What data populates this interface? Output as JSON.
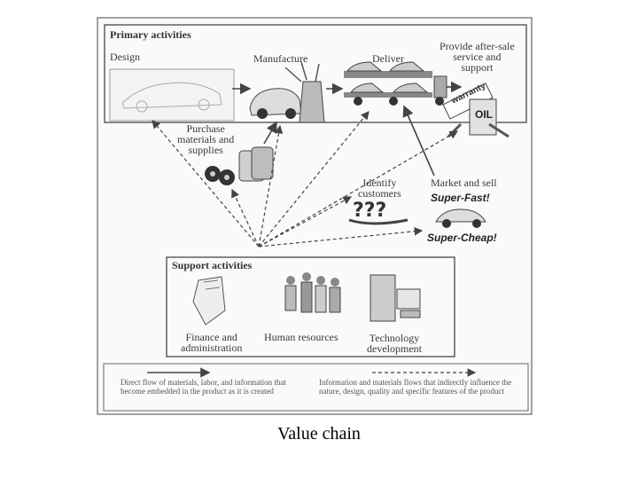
{
  "sections": {
    "primary": "Primary activities",
    "support": "Support activities"
  },
  "primary_activities": {
    "design": "Design",
    "manufacture": "Manufacture",
    "deliver": "Deliver",
    "after_sale": [
      "Provide after-sale",
      "service and",
      "support"
    ],
    "purchase": [
      "Purchase",
      "materials and",
      "supplies"
    ],
    "identify": [
      "Identify",
      "customers"
    ],
    "market": "Market and sell"
  },
  "ads": {
    "line1": "Super-Fast!",
    "line2": "Super-Cheap!"
  },
  "tag": {
    "warranty": "warranty",
    "oil": "OIL"
  },
  "support_activities": {
    "finance": [
      "Finance and",
      "administration"
    ],
    "hr": "Human resources",
    "tech": [
      "Technology",
      "development"
    ]
  },
  "legend": {
    "direct": "Direct flow of materials, labor, and information that become embedded in the product as it is created",
    "indirect": "Information and materials flows that indirectly influence the nature, design, quality and specific features of the product"
  },
  "caption": "Value chain",
  "colors": {
    "line": "#444444",
    "frame": "#555555",
    "text": "#3a3a3a"
  }
}
